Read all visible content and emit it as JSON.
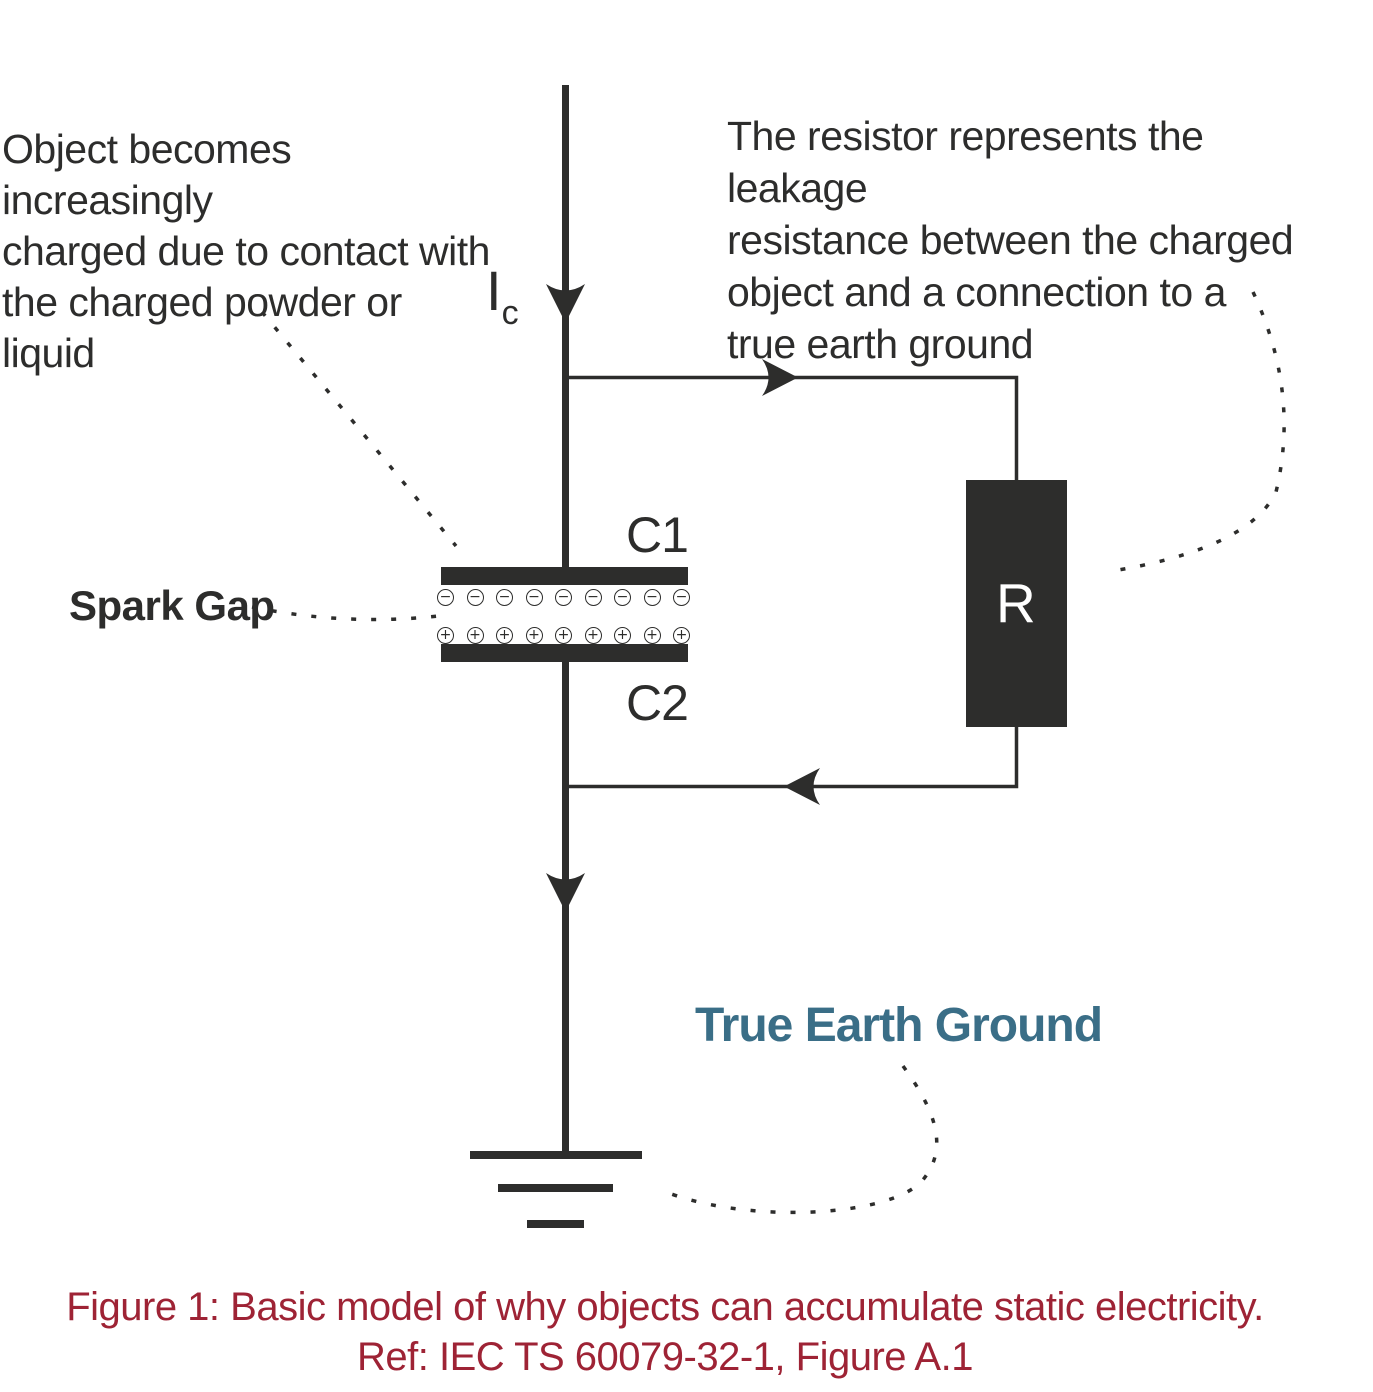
{
  "annotations": {
    "left_note": "Object becomes increasingly\ncharged due to contact with\nthe charged powder or liquid",
    "right_note": "The resistor represents the leakage\nresistance between the charged\nobject and a connection to a\ntrue earth ground",
    "spark_gap_label": "Spark Gap",
    "true_earth_ground_label": "True Earth Ground"
  },
  "circuit": {
    "current_label": "I",
    "current_subscript": "c",
    "capacitor_top_label": "C1",
    "capacitor_bottom_label": "C2",
    "resistor_label": "R",
    "charges": {
      "negative_symbol": "−",
      "negative_count": 9,
      "positive_symbol": "+",
      "positive_count": 9
    }
  },
  "caption": {
    "line1": "Figure 1: Basic model of why objects can accumulate static electricity.",
    "line2": "Ref: IEC TS 60079-32-1, Figure A.1"
  },
  "colors": {
    "line": "#2d2d2c",
    "text": "#2d2d2c",
    "true_earth_teal": "#3a6e87",
    "caption_red": "#9e2335",
    "background": "#ffffff"
  }
}
